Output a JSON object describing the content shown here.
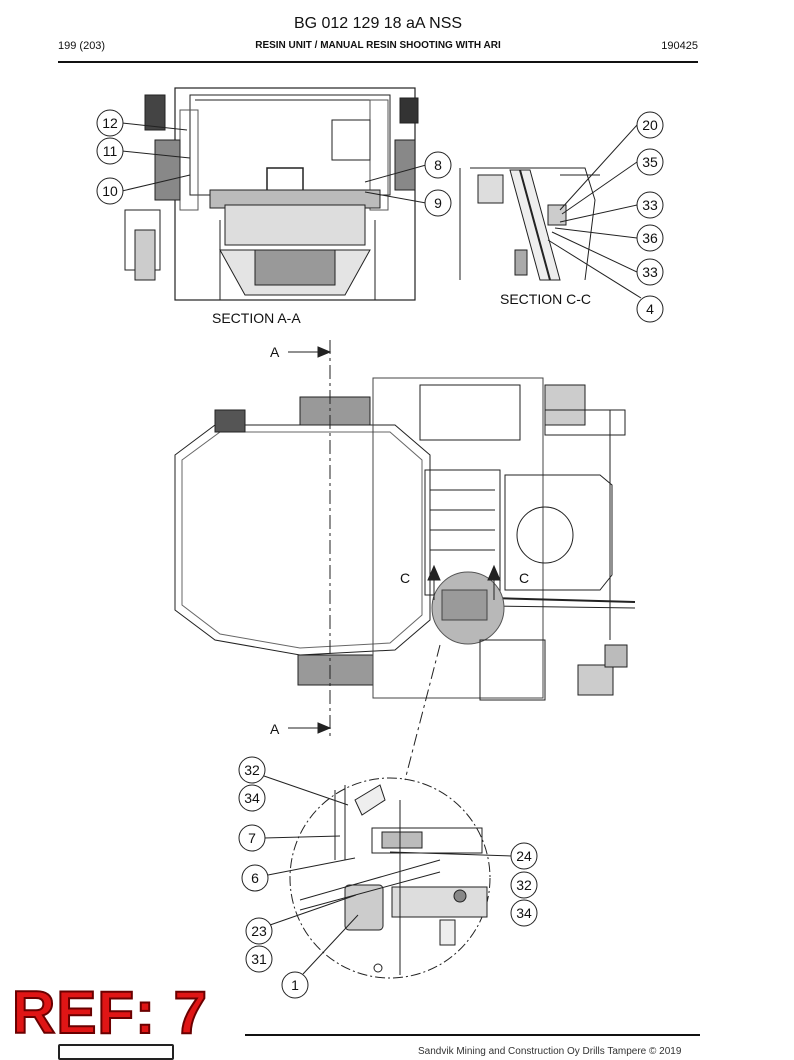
{
  "header": {
    "doc_number": "BG 012 129 18 aA NSS",
    "page": "199 (203)",
    "title": "RESIN UNIT / MANUAL RESIN SHOOTING WITH ARI",
    "date_code": "190425"
  },
  "sections": {
    "section_aa": "SECTION A-A",
    "section_cc": "SECTION C-C",
    "cut_a_top": "A",
    "cut_a_bottom": "A",
    "cut_c_left": "C",
    "cut_c_right": "C"
  },
  "callouts": {
    "section_aa": [
      "12",
      "11",
      "10",
      "8",
      "9"
    ],
    "section_cc": [
      "20",
      "35",
      "33",
      "36",
      "33",
      "4"
    ],
    "detail": [
      "32",
      "34",
      "7",
      "6",
      "23",
      "31",
      "1",
      "24",
      "32",
      "34"
    ]
  },
  "footer": {
    "copyright": "Sandvik Mining and Construction Oy Drills Tampere © 2019"
  },
  "overlay": {
    "ref_label": "REF: 7",
    "ref_color": "#e01515"
  }
}
